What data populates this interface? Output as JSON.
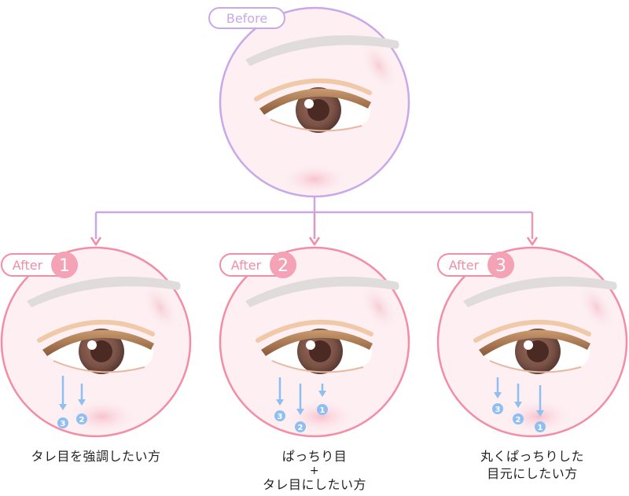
{
  "colors": {
    "before_purple": "#c9a8ea",
    "after_pink": "#f28da5",
    "after_number_fill": "#f4a3b6",
    "connector_purple": "#c9a8ea",
    "connector_pink": "#f28da5",
    "circle_fill": "#fdeff2",
    "arrow_blue": "#8fbff0",
    "iris": "#7a5246",
    "eyelid": "#b07a4a"
  },
  "icons": [
    "eye-illustration",
    "down-arrow-icon",
    "numbered-step-badge"
  ],
  "before": {
    "label": "Before"
  },
  "panels": [
    {
      "after_word": "After",
      "number": "1",
      "caption": [
        "タレ目を強調したい方"
      ],
      "steps": [
        "3",
        "2"
      ]
    },
    {
      "after_word": "After",
      "number": "2",
      "caption": [
        "ぱっちり目",
        "+",
        "タレ目にしたい方"
      ],
      "steps": [
        "3",
        "2",
        "1"
      ]
    },
    {
      "after_word": "After",
      "number": "3",
      "caption": [
        "丸くぱっちりした",
        "目元にしたい方"
      ],
      "steps": [
        "3",
        "2",
        "1"
      ]
    }
  ]
}
